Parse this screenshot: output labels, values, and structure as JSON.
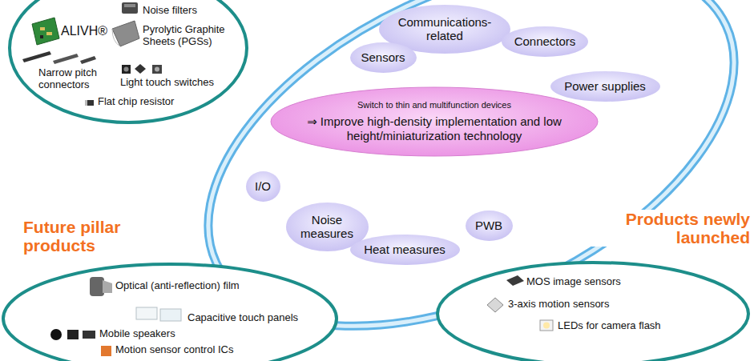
{
  "diagram": {
    "nodes": [
      {
        "text": [
          "Noise filters",
          "ALIVH®",
          "Pyrolytic Graphite Sheets (PGSs)",
          "Narrow pitch connectors",
          "Light touch switches",
          "Flat chip resistor"
        ]
      },
      {
        "text": [
          "Communications- related"
        ]
      },
      {
        "text": [
          "Connectors"
        ]
      },
      {
        "text": [
          "Sensors"
        ]
      },
      {
        "text": [
          "Power supplies"
        ]
      },
      {
        "text": [
          "Switch to thin and multifunction devices",
          "⇒ Improve high-density implementation and low height/miniaturization technology"
        ]
      },
      {
        "text": [
          "I/O"
        ]
      },
      {
        "text": [
          "Noise measures"
        ]
      },
      {
        "text": [
          "PWB"
        ]
      },
      {
        "text": [
          "Heat measures"
        ]
      },
      {
        "text": [
          "Future pillar products",
          "Optical (anti-reflection) film",
          "Capacitive touch panels",
          "Mobile speakers",
          "Motion sensor control ICs"
        ]
      },
      {
        "text": [
          "Products newly launched",
          "MOS image sensors",
          "3-axis motion sensors",
          "LEDs for camera flash"
        ]
      }
    ]
  }
}
